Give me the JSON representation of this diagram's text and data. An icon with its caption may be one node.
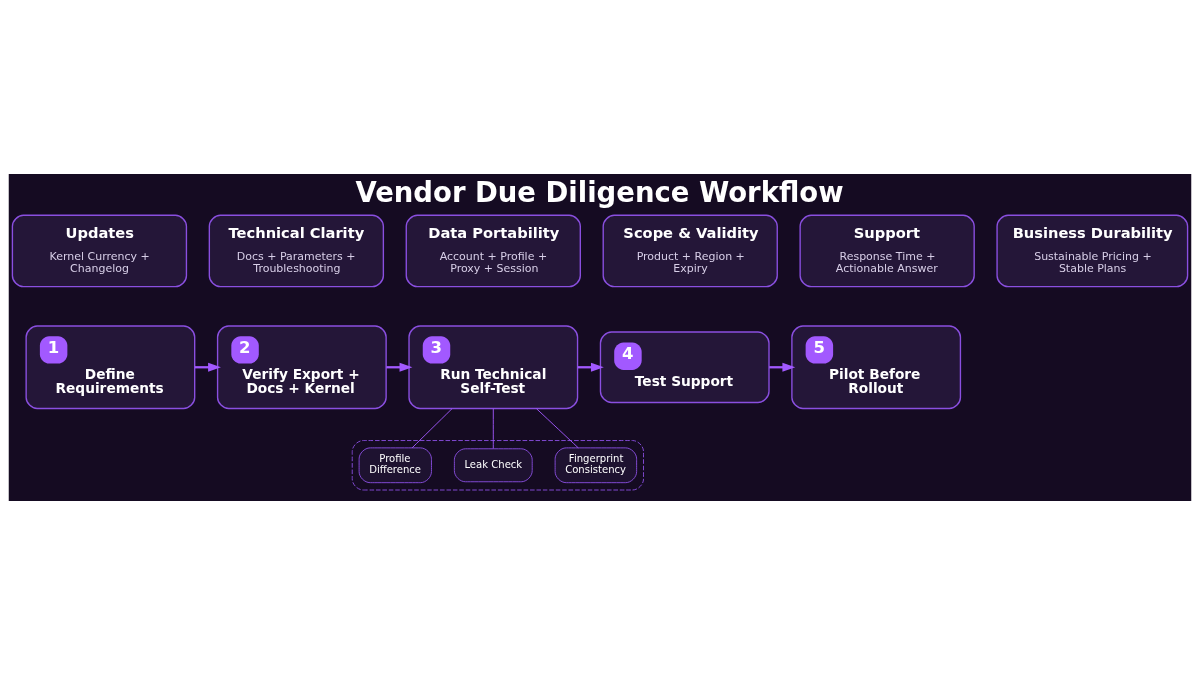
{
  "diagram": {
    "title": "Vendor Due Diligence Workflow",
    "nodes": [
      {
        "text": [
          "Updates",
          "Kernel Currency + Changelog"
        ]
      },
      {
        "text": [
          "Technical Clarity",
          "Docs + Parameters + Troubleshooting"
        ]
      },
      {
        "text": [
          "Data Portability",
          "Account + Profile + Proxy + Session"
        ]
      },
      {
        "text": [
          "Scope & Validity",
          "Product + Region + Expiry"
        ]
      },
      {
        "text": [
          "Support",
          "Response Time + Actionable Answer"
        ]
      },
      {
        "text": [
          "Business Durability",
          "Sustainable Pricing + Stable Plans"
        ]
      },
      {
        "text": [
          "1",
          "Define Requirements"
        ]
      },
      {
        "text": [
          "2",
          "Verify Export + Docs + Kernel"
        ]
      },
      {
        "text": [
          "3",
          "Run Technical Self-Test"
        ]
      },
      {
        "text": [
          "4",
          "Test Support"
        ]
      },
      {
        "text": [
          "5",
          "Pilot Before Rollout"
        ]
      },
      {
        "text": [],
        "shape": "box"
      },
      {
        "text": [
          "Fingerprint Consistency"
        ],
        "in": 11
      },
      {
        "text": [
          "Leak Check"
        ],
        "in": 11
      },
      {
        "text": [
          "Profile Difference"
        ],
        "in": 11
      }
    ],
    "edges": [
      {
        "from": 6,
        "to": 7,
        "arrow": "to"
      },
      {
        "from": 7,
        "to": 8,
        "arrow": "to"
      },
      {
        "from": 8,
        "to": 9,
        "arrow": "to"
      },
      {
        "from": 9,
        "to": 10,
        "arrow": "to"
      },
      {
        "from": 8,
        "to": 12,
        "arrow": "none"
      },
      {
        "from": 8,
        "to": 13,
        "arrow": "none"
      },
      {
        "from": 8,
        "to": 14,
        "arrow": "none"
      }
    ]
  }
}
